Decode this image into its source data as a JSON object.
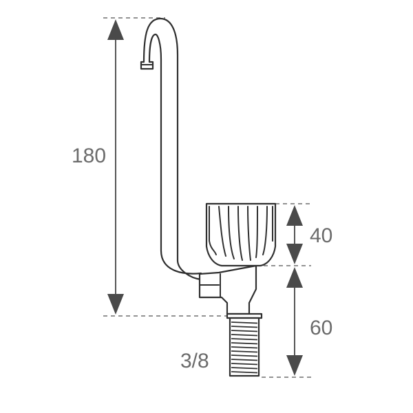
{
  "dimensions": {
    "total_height": "180",
    "knob_height": "40",
    "base_height": "60",
    "thread_size": "3/8"
  },
  "colors": {
    "outline": "#2f2f2f",
    "dimension_line": "#555555",
    "label_text": "#6b6b6b",
    "background": "#ffffff"
  }
}
